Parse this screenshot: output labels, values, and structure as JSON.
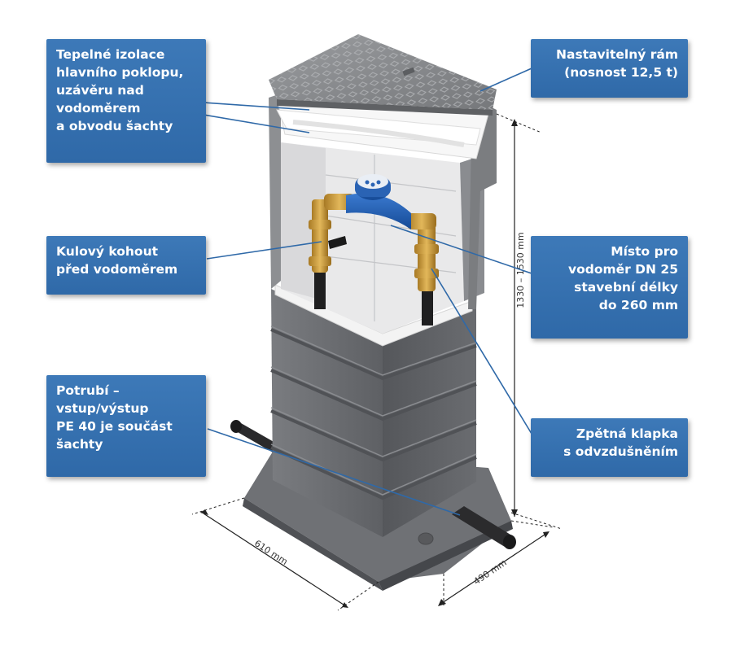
{
  "labels": {
    "insulation": "Tepelné izolace\nhlavního poklopu,\nuzávěru nad\nvodoměrem\na obvodu šachty",
    "frame": "Nastavitelný rám\n(nosnost 12,5 t)",
    "ball_valve": "Kulový kohout\npřed vodoměrem",
    "meter_place": "Místo pro\nvodoměr DN 25\nstavební délky\ndo 260 mm",
    "pipe": "Potrubí –\nvstup/výstup\nPE 40 je součást\nšachty",
    "check_valve": "Zpětná klapka\ns odvzdušněním"
  },
  "dimensions": {
    "height": "1330 – 1530 mm",
    "width": "610 mm",
    "depth": "490 mm"
  },
  "colors": {
    "label_bg": "#3474b3",
    "leader_line": "#2f69a8",
    "shaft_body": "#6b6d70",
    "insulation": "#f4f4f4",
    "meter": "#1f5fb0",
    "brass": "#c79a3c"
  }
}
